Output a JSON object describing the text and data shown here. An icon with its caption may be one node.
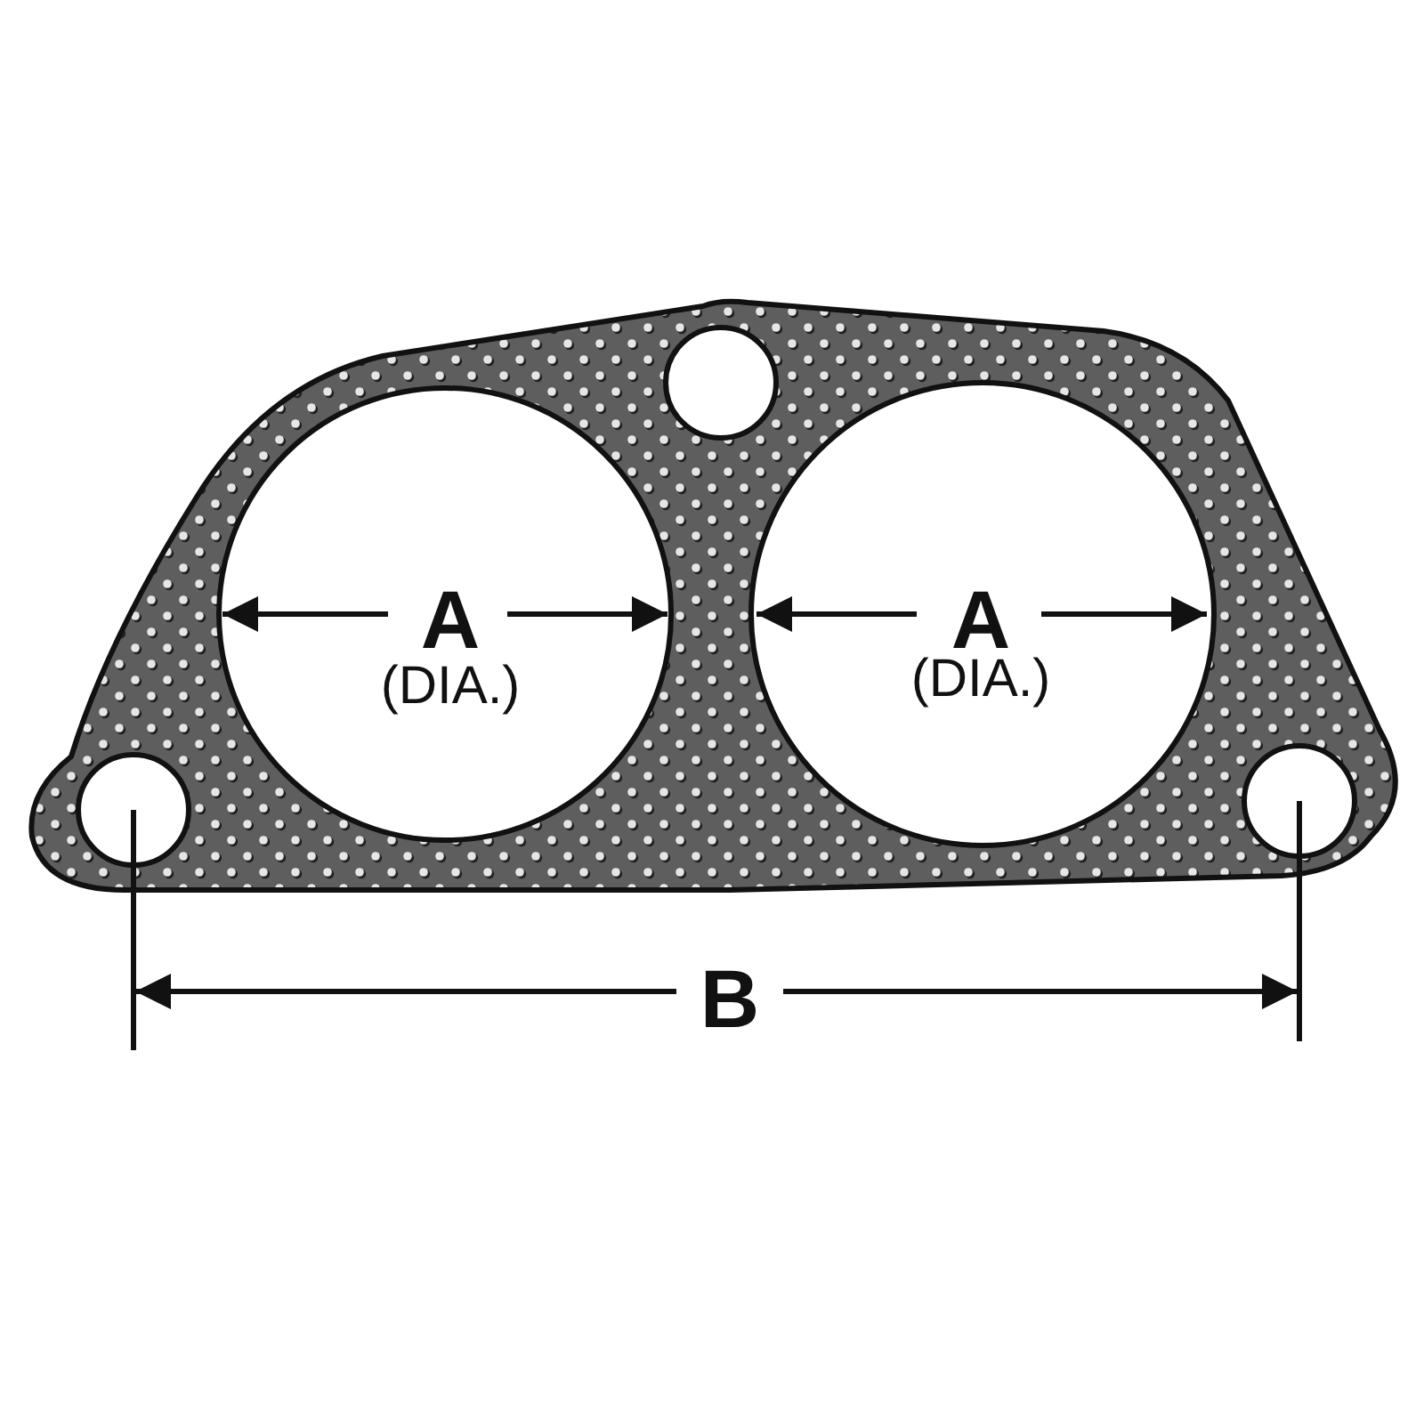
{
  "diagram": {
    "labels": [
      "A",
      "(DIA.)",
      "A",
      "(DIA.)",
      "B"
    ]
  }
}
